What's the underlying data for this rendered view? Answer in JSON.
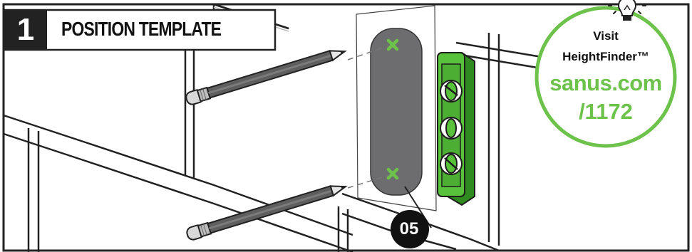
{
  "step": {
    "number": "1",
    "title": "POSITION TEMPLATE"
  },
  "badge": {
    "line1": "Visit",
    "line2": "HeightFinder™",
    "line3": "sanus.com",
    "line4": "/1172",
    "accent": "#6cc24a"
  },
  "part_number": "05",
  "colors": {
    "template": "#6d6d6f",
    "level": "#58c23a",
    "level_dark": "#2e7d1e",
    "outline": "#222222",
    "wall_line": "#7a7a7a"
  },
  "icons": [
    "lightbulb-icon",
    "pencil-icon",
    "level-icon",
    "x-mark-icon"
  ]
}
